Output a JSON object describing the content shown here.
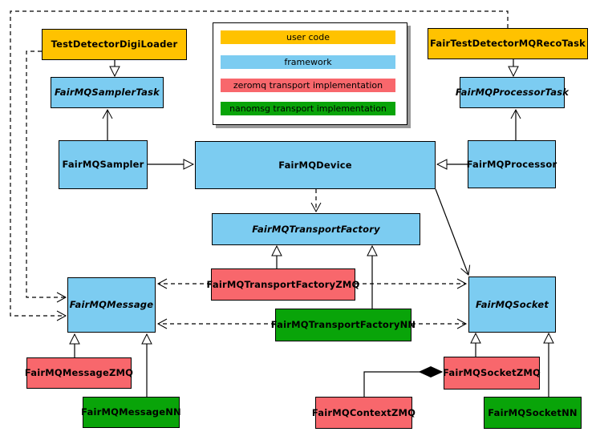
{
  "colors": {
    "user_code": "#FFC200",
    "framework": "#7CCCF1",
    "zeromq": "#F8676C",
    "nanomsg": "#09A409",
    "line": "#000000",
    "legend_shadow": "#999999"
  },
  "legend": {
    "items": [
      {
        "label": "user code",
        "color": "#FFC200"
      },
      {
        "label": "framework",
        "color": "#7CCCF1"
      },
      {
        "label": "zeromq transport implementation",
        "color": "#F8676C"
      },
      {
        "label": "nanomsg transport implementation",
        "color": "#09A409"
      }
    ]
  },
  "nodes": {
    "test_detector_digi_loader": {
      "label": "TestDetectorDigiLoader",
      "category": "user code"
    },
    "fair_test_detector_mq_recotask": {
      "label": "FairTestDetectorMQRecoTask",
      "category": "user code"
    },
    "fairmq_sampler_task": {
      "label": "FairMQSamplerTask",
      "category": "framework",
      "abstract": true
    },
    "fairmq_processor_task": {
      "label": "FairMQProcessorTask",
      "category": "framework",
      "abstract": true
    },
    "fairmq_sampler": {
      "label": "FairMQSampler",
      "category": "framework"
    },
    "fairmq_device": {
      "label": "FairMQDevice",
      "category": "framework"
    },
    "fairmq_processor": {
      "label": "FairMQProcessor",
      "category": "framework"
    },
    "fairmq_transport_factory": {
      "label": "FairMQTransportFactory",
      "category": "framework",
      "abstract": true
    },
    "fairmq_transport_factory_zmq": {
      "label": "FairMQTransportFactoryZMQ",
      "category": "zeromq transport implementation"
    },
    "fairmq_transport_factory_nn": {
      "label": "FairMQTransportFactoryNN",
      "category": "nanomsg transport implementation"
    },
    "fairmq_message": {
      "label": "FairMQMessage",
      "category": "framework",
      "abstract": true
    },
    "fairmq_socket": {
      "label": "FairMQSocket",
      "category": "framework",
      "abstract": true
    },
    "fairmq_message_zmq": {
      "label": "FairMQMessageZMQ",
      "category": "zeromq transport implementation"
    },
    "fairmq_message_nn": {
      "label": "FairMQMessageNN",
      "category": "nanomsg transport implementation"
    },
    "fairmq_context_zmq": {
      "label": "FairMQContextZMQ",
      "category": "zeromq transport implementation"
    },
    "fairmq_socket_zmq": {
      "label": "FairMQSocketZMQ",
      "category": "zeromq transport implementation"
    },
    "fairmq_socket_nn": {
      "label": "FairMQSocketNN",
      "category": "nanomsg transport implementation"
    }
  },
  "edges": [
    {
      "from": "TestDetectorDigiLoader",
      "to": "FairMQSamplerTask",
      "type": "inheritance"
    },
    {
      "from": "FairTestDetectorMQRecoTask",
      "to": "FairMQProcessorTask",
      "type": "inheritance"
    },
    {
      "from": "FairMQSampler",
      "to": "FairMQDevice",
      "type": "inheritance"
    },
    {
      "from": "FairMQProcessor",
      "to": "FairMQDevice",
      "type": "inheritance"
    },
    {
      "from": "FairMQTransportFactoryZMQ",
      "to": "FairMQTransportFactory",
      "type": "inheritance"
    },
    {
      "from": "FairMQTransportFactoryNN",
      "to": "FairMQTransportFactory",
      "type": "inheritance"
    },
    {
      "from": "FairMQMessageZMQ",
      "to": "FairMQMessage",
      "type": "inheritance"
    },
    {
      "from": "FairMQMessageNN",
      "to": "FairMQMessage",
      "type": "inheritance"
    },
    {
      "from": "FairMQSocketZMQ",
      "to": "FairMQSocket",
      "type": "inheritance"
    },
    {
      "from": "FairMQSocketNN",
      "to": "FairMQSocket",
      "type": "inheritance"
    },
    {
      "from": "FairMQSampler",
      "to": "FairMQSamplerTask",
      "type": "association"
    },
    {
      "from": "FairMQProcessor",
      "to": "FairMQProcessorTask",
      "type": "association"
    },
    {
      "from": "FairMQDevice",
      "to": "FairMQSocket",
      "type": "association"
    },
    {
      "from": "FairTestDetectorMQRecoTask",
      "to": "FairMQMessage",
      "type": "dependency-dashed"
    },
    {
      "from": "TestDetectorDigiLoader",
      "to": "FairMQMessage",
      "type": "dependency-dashed"
    },
    {
      "from": "FairMQDevice",
      "to": "FairMQTransportFactory",
      "type": "dependency-dashed"
    },
    {
      "from": "FairMQTransportFactoryZMQ",
      "to": "FairMQMessage",
      "type": "dependency-dashed"
    },
    {
      "from": "FairMQTransportFactoryZMQ",
      "to": "FairMQSocket",
      "type": "dependency-dashed"
    },
    {
      "from": "FairMQTransportFactoryNN",
      "to": "FairMQMessage",
      "type": "dependency-dashed"
    },
    {
      "from": "FairMQTransportFactoryNN",
      "to": "FairMQSocket",
      "type": "dependency-dashed"
    },
    {
      "from": "FairMQContextZMQ",
      "to": "FairMQSocketZMQ",
      "type": "composition"
    }
  ]
}
